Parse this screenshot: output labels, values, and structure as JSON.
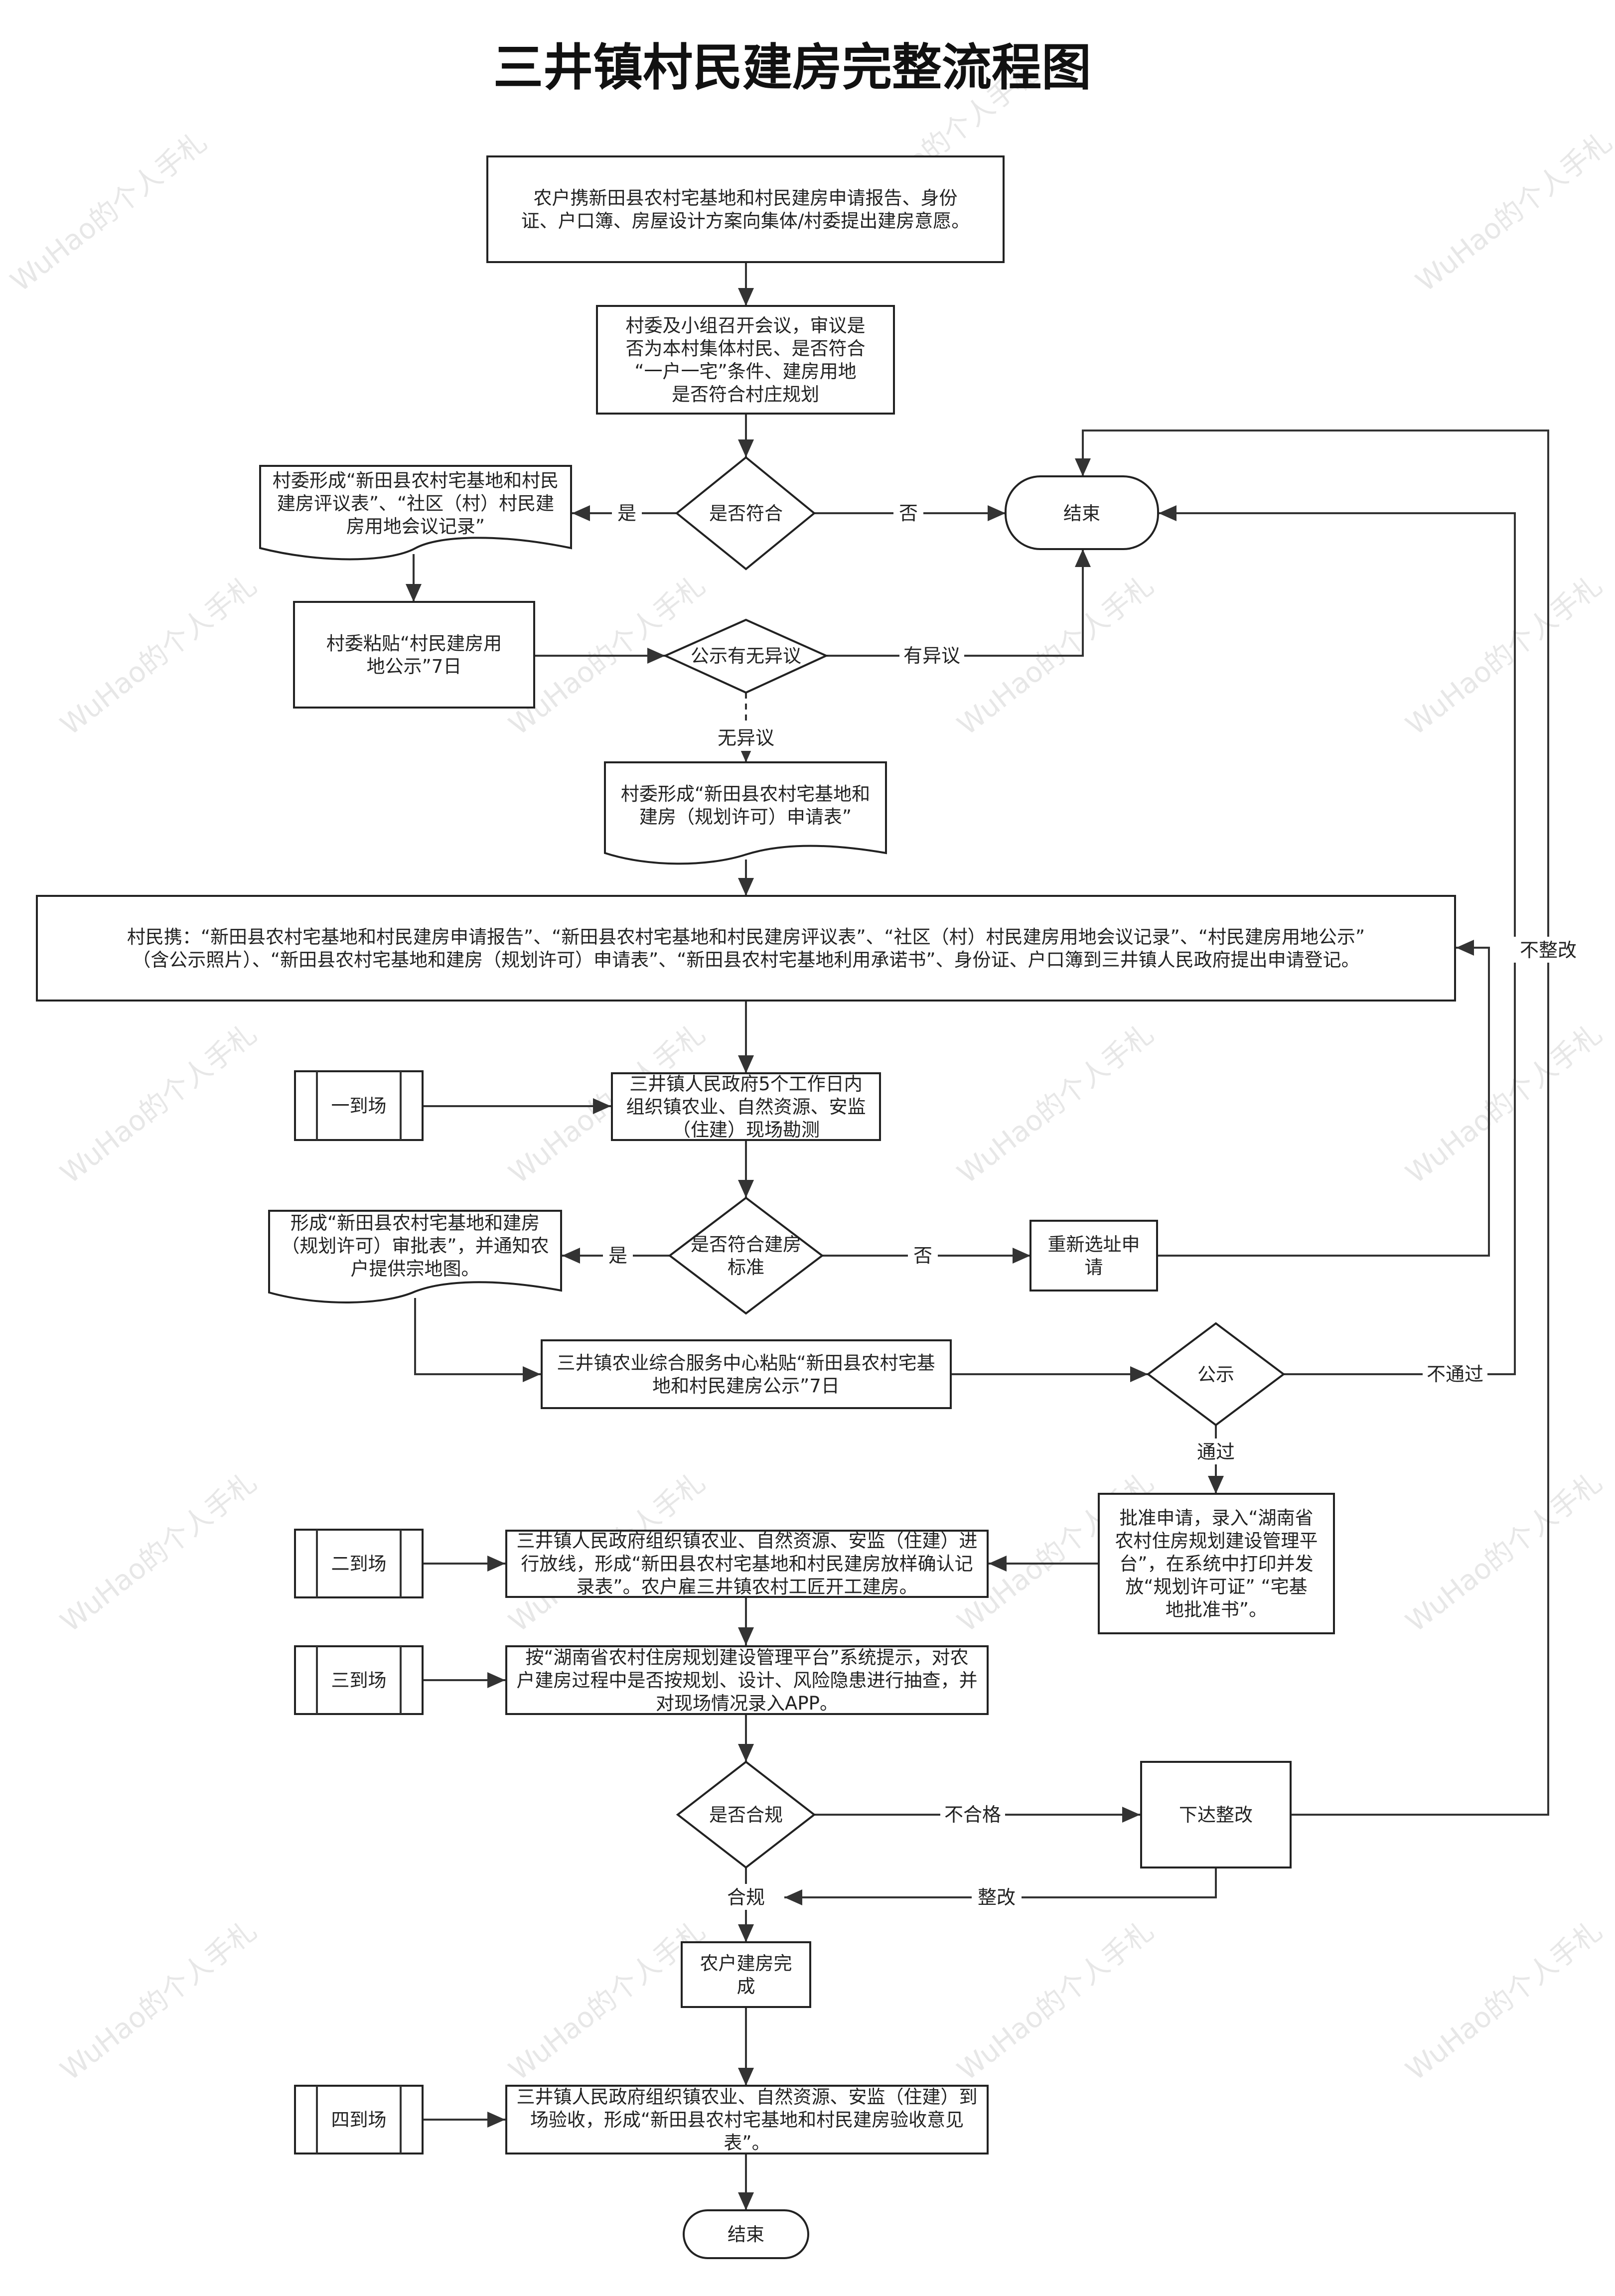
{
  "title": "三井镇村民建房完整流程图",
  "watermark": "WuHao的个人手札",
  "nodes": {
    "n1": [
      "农户携新田县农村宅基地和村民建房申请报告、身份",
      "证、户口簿、房屋设计方案向集体/村委提出建房意愿。"
    ],
    "n2": [
      "村委及小组召开会议，审议是",
      "否为本村集体村民、是否符合",
      "“一户一宅”条件、建房用地",
      "是否符合村庄规划"
    ],
    "d1": [
      "是否符合"
    ],
    "end1": [
      "结束"
    ],
    "doc1": [
      "村委形成“新田县农村宅基地和村民",
      "建房评议表”、“社区（村）村民建",
      "房用地会议记录”"
    ],
    "n3": [
      "村委粘贴“村民建房用",
      "地公示”7日"
    ],
    "d2": [
      "公示有无异议"
    ],
    "doc2": [
      "村委形成“新田县农村宅基地和",
      "建房（规划许可）申请表”"
    ],
    "n4": [
      "村民携：“新田县农村宅基地和村民建房申请报告”、“新田县农村宅基地和村民建房评议表”、“社区（村）村民建房用地会议记录”、“村民建房用地公示”",
      "（含公示照片）、“新田县农村宅基地和建房（规划许可）申请表”、“新田县农村宅基地利用承诺书”、身份证、户口簿到三井镇人民政府提出申请登记。"
    ],
    "onsite1": [
      "一到场"
    ],
    "n5": [
      "三井镇人民政府5个工作日内",
      "组织镇农业、自然资源、安监",
      "（住建）现场勘测"
    ],
    "d3": [
      "是否符合建房",
      "标准"
    ],
    "doc3": [
      "形成“新田县农村宅基地和建房",
      "（规划许可）审批表”，并通知农",
      "户提供宗地图。"
    ],
    "n6": [
      "重新选址申",
      "请"
    ],
    "n7": [
      "三井镇农业综合服务中心粘贴“新田县农村宅基",
      "地和村民建房公示”7日"
    ],
    "d4": [
      "公示"
    ],
    "n8": [
      "批准申请，录入“湖南省",
      "农村住房规划建设管理平",
      "台”，在系统中打印并发",
      "放“规划许可证” “宅基",
      "地批准书”。"
    ],
    "onsite2": [
      "二到场"
    ],
    "n9": [
      "三井镇人民政府组织镇农业、自然资源、安监（住建）进",
      "行放线，形成“新田县农村宅基地和村民建房放样确认记",
      "录表”。农户雇三井镇农村工匠开工建房。"
    ],
    "onsite3": [
      "三到场"
    ],
    "n10": [
      "按“湖南省农村住房规划建设管理平台”系统提示，对农",
      "户建房过程中是否按规划、设计、风险隐患进行抽查，并",
      "对现场情况录入APP。"
    ],
    "d5": [
      "是否合规"
    ],
    "n11": [
      "下达整改"
    ],
    "n12": [
      "农户建房完",
      "成"
    ],
    "onsite4": [
      "四到场"
    ],
    "n13": [
      "三井镇人民政府组织镇农业、自然资源、安监（住建）到",
      "场验收，形成“新田县农村宅基地和村民建房验收意见",
      "表”。"
    ],
    "end2": [
      "结束"
    ]
  },
  "edge_labels": {
    "d1_yes": "是",
    "d1_no": "否",
    "d2_yes": "有异议",
    "d2_no": "无异议",
    "d3_yes": "是",
    "d3_no": "否",
    "d4_fail": "不通过",
    "d4_pass": "通过",
    "d5_fail": "不合格",
    "d5_pass": "合规",
    "rectify": "整改",
    "no_rectify": "不整改"
  }
}
